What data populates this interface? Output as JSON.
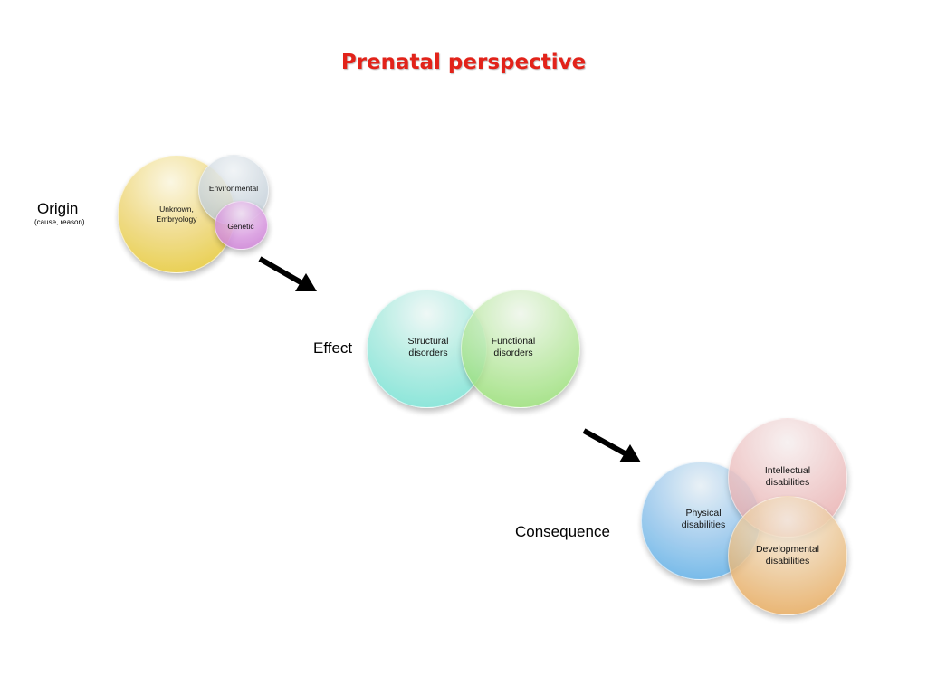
{
  "title": "Prenatal perspective",
  "origin": {
    "label": "Origin",
    "sublabel": "(cause, reason)",
    "circles": {
      "unknown": "Unknown, Embryology",
      "environmental": "Environmental",
      "genetic": "Genetic"
    }
  },
  "effect": {
    "label": "Effect",
    "circles": {
      "structural": "Structural disorders",
      "functional": "Functional disorders"
    }
  },
  "consequence": {
    "label": "Consequence",
    "circles": {
      "physical": "Physical disabilities",
      "intellectual": "Intellectual disabilities",
      "developmental": "Developmental disabilities"
    }
  },
  "colors": {
    "title": "#e2231a",
    "unknown": "#e8cc3c",
    "environmental": "#c3cfd9",
    "genetic": "#cf86d6",
    "structural": "#80e4d6",
    "functional": "#8fdc6a",
    "physical": "#6ab2e6",
    "intellectual": "#e7a3a3",
    "developmental": "#e6a451",
    "arrow": "#000000"
  }
}
